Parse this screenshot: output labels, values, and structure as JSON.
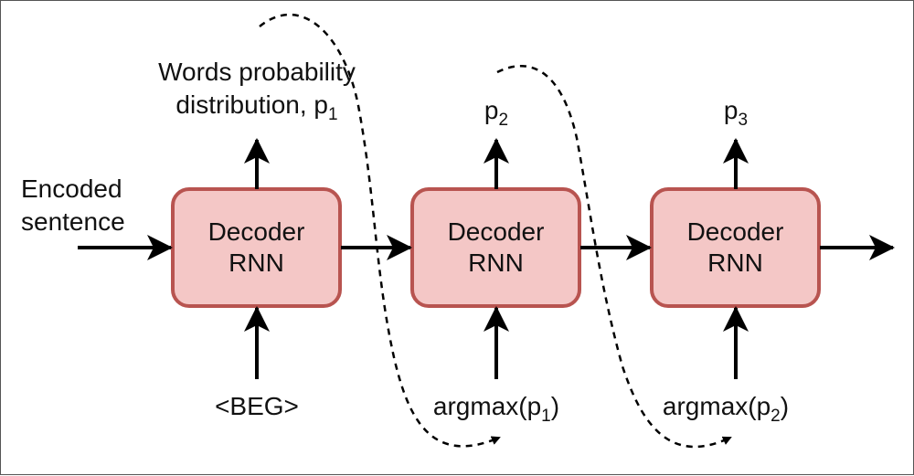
{
  "input": {
    "line1": "Encoded",
    "line2": "sentence"
  },
  "blocks": [
    {
      "line1": "Decoder",
      "line2": "RNN"
    },
    {
      "line1": "Decoder",
      "line2": "RNN"
    },
    {
      "line1": "Decoder",
      "line2": "RNN"
    }
  ],
  "outputs": {
    "first_line1": "Words probability",
    "first_line2_prefix": "distribution, p",
    "first_sub": "1",
    "second_base": "p",
    "second_sub": "2",
    "third_base": "p",
    "third_sub": "3"
  },
  "inputs_below": {
    "first": "<BEG>",
    "second_prefix": "argmax(p",
    "second_sub": "1",
    "second_suffix": ")",
    "third_prefix": "argmax(p",
    "third_sub": "2",
    "third_suffix": ")"
  },
  "colors": {
    "block_fill": "#f4c7c6",
    "block_stroke": "#b85450",
    "arrow": "#000000"
  }
}
